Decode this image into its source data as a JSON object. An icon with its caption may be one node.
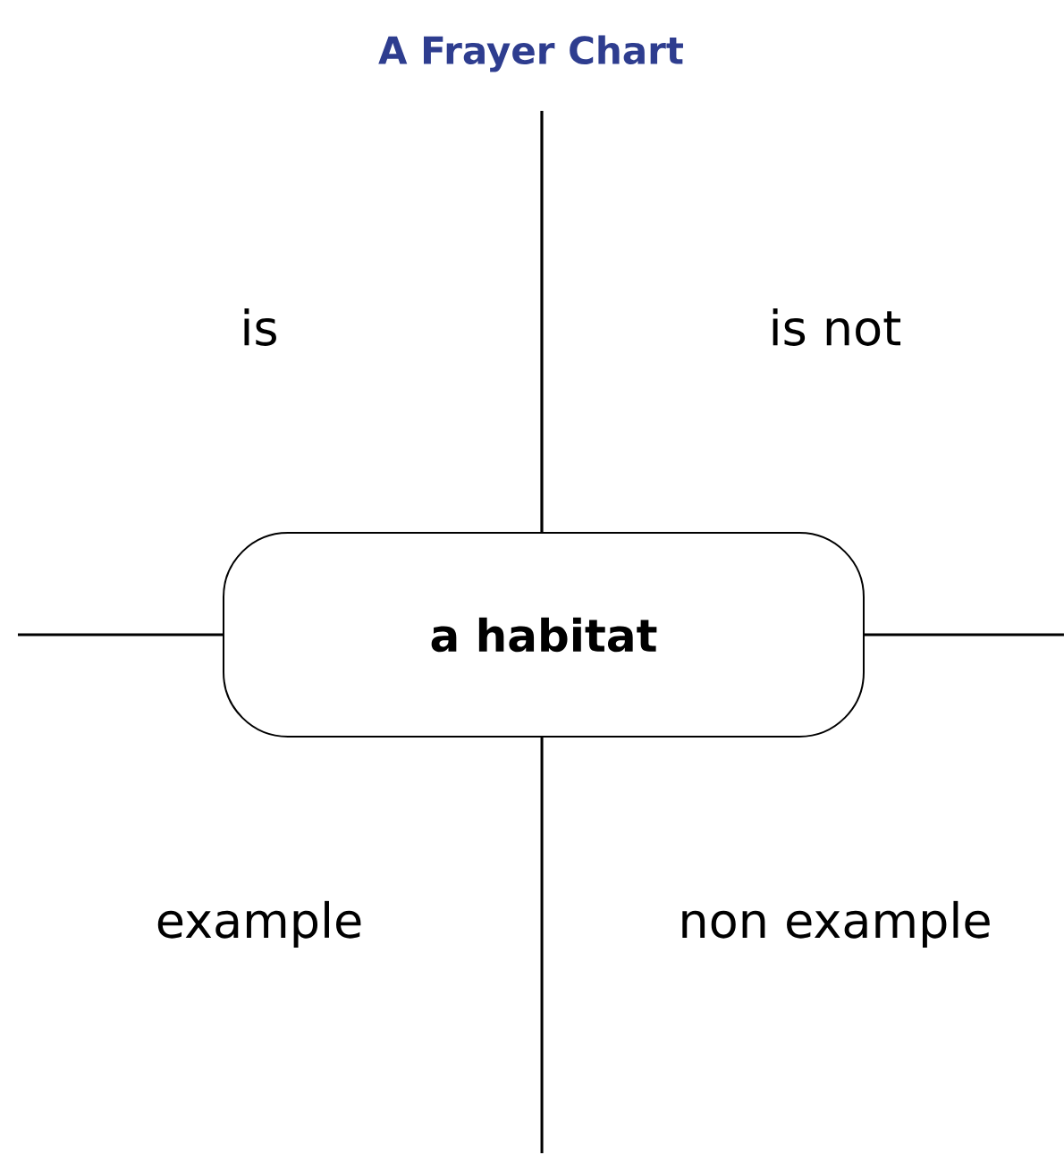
{
  "diagram": {
    "title": "A Frayer Chart",
    "nodes": [
      {
        "text": [
          "a habitat"
        ]
      }
    ],
    "labels": [
      "is",
      "is not",
      "example",
      "non example"
    ]
  }
}
